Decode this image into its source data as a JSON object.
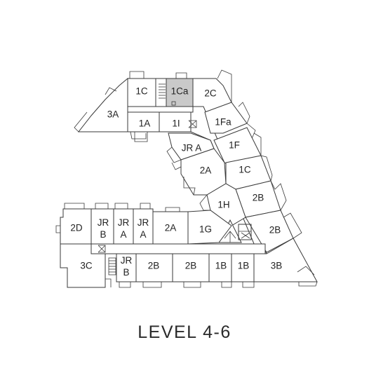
{
  "level_title": "LEVEL 4-6",
  "highlight_color": "#c9c9c9",
  "units": {
    "u_1c_top": "1C",
    "u_1ca": "1Ca",
    "u_2c": "2C",
    "u_3a": "3A",
    "u_1a": "1A",
    "u_1i": "1I",
    "u_1fa": "1Fa",
    "u_jra_top": "JR A",
    "u_1f": "1F",
    "u_2a_mid": "2A",
    "u_1c_mid": "1C",
    "u_2b_right1": "2B",
    "u_1h": "1H",
    "u_2b_right2": "2B",
    "u_2d": "2D",
    "u_jrb_left": "JR B",
    "u_jra_left1": "JR A",
    "u_jra_left2": "JR A",
    "u_2a_left": "2A",
    "u_1g": "1G",
    "u_3c": "3C",
    "u_jrb_bottom": "JR B",
    "u_2b_bottom1": "2B",
    "u_2b_bottom2": "2B",
    "u_1b_1": "1B",
    "u_1b_2": "1B",
    "u_3b": "3B"
  },
  "highlighted_unit": "1Ca"
}
